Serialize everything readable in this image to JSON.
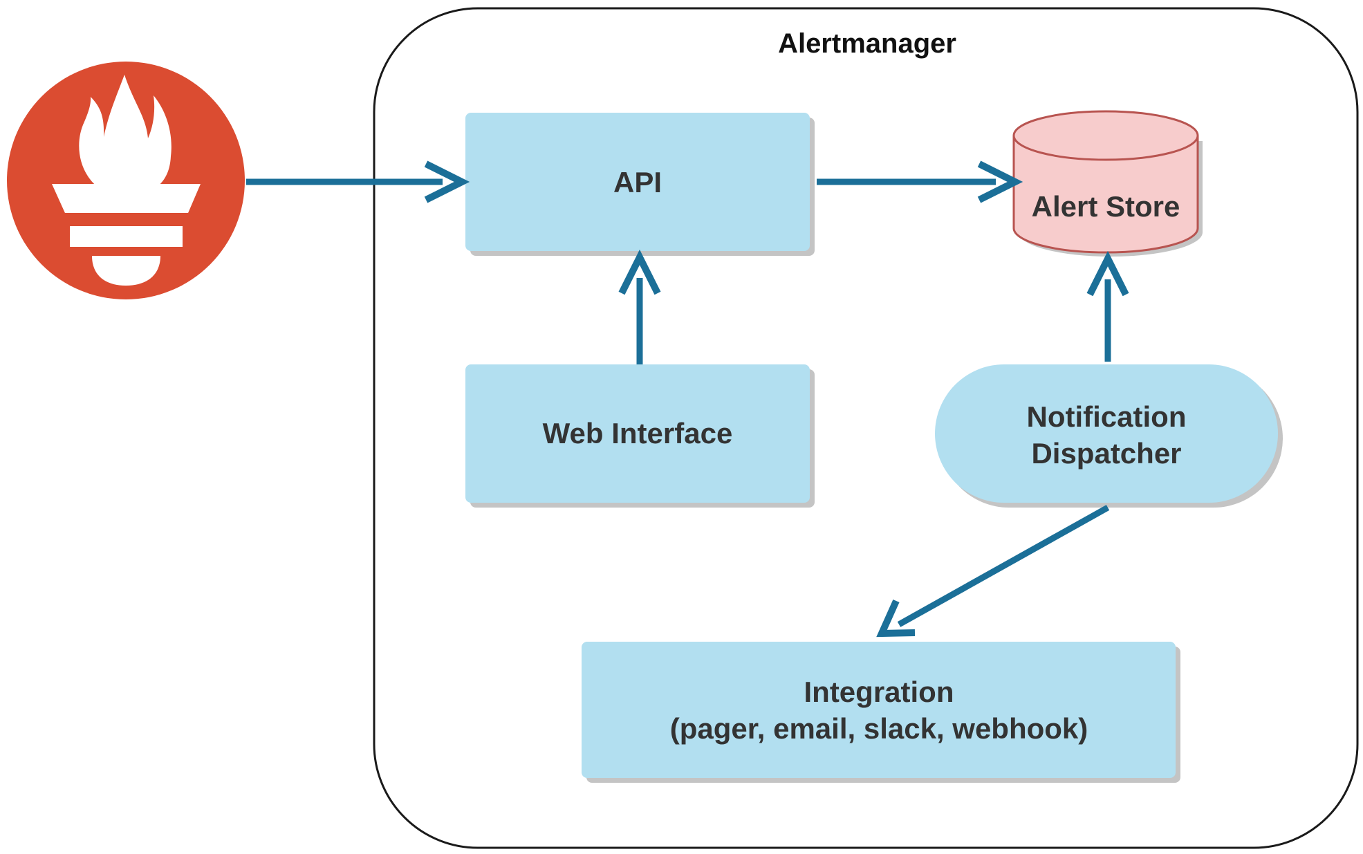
{
  "diagram": {
    "container": {
      "title": "Alertmanager"
    },
    "nodes": {
      "api": {
        "label": "API"
      },
      "alert_store": {
        "label": "Alert Store"
      },
      "web_interface": {
        "label": "Web Interface"
      },
      "notification_dispatcher": {
        "line1": "Notification",
        "line2": "Dispatcher"
      },
      "integration": {
        "line1": "Integration",
        "line2": "(pager, email, slack, webhook)"
      }
    },
    "edges": [
      {
        "from": "prometheus",
        "to": "api"
      },
      {
        "from": "api",
        "to": "alert_store"
      },
      {
        "from": "web_interface",
        "to": "api"
      },
      {
        "from": "notification_dispatcher",
        "to": "alert_store"
      },
      {
        "from": "notification_dispatcher",
        "to": "integration"
      }
    ],
    "colors": {
      "box_fill": "#b2dff0",
      "box_shadow": "#c4c4c4",
      "store_fill": "#f7cccc",
      "store_stroke": "#b85450",
      "arrow": "#1b6f98",
      "logo": "#db4c31",
      "logo_glyph": "#ffffff",
      "container_stroke": "#1a1a1a"
    }
  }
}
